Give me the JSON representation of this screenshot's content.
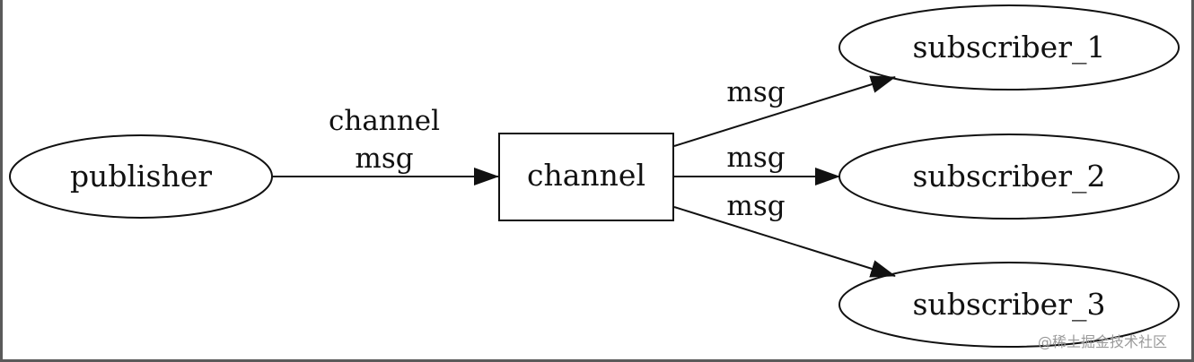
{
  "nodes": {
    "publisher": "publisher",
    "channel": "channel",
    "subscriber_1": "subscriber_1",
    "subscriber_2": "subscriber_2",
    "subscriber_3": "subscriber_3"
  },
  "edges": {
    "publisher_to_channel": [
      "channel",
      "msg"
    ],
    "channel_to_subscriber_1": "msg",
    "channel_to_subscriber_2": "msg",
    "channel_to_subscriber_3": "msg"
  },
  "watermark": "@稀土掘金技术社区",
  "colors": {
    "stroke": "#111111",
    "frame": "#5a5a5a",
    "watermark": "#9a9a9a"
  }
}
